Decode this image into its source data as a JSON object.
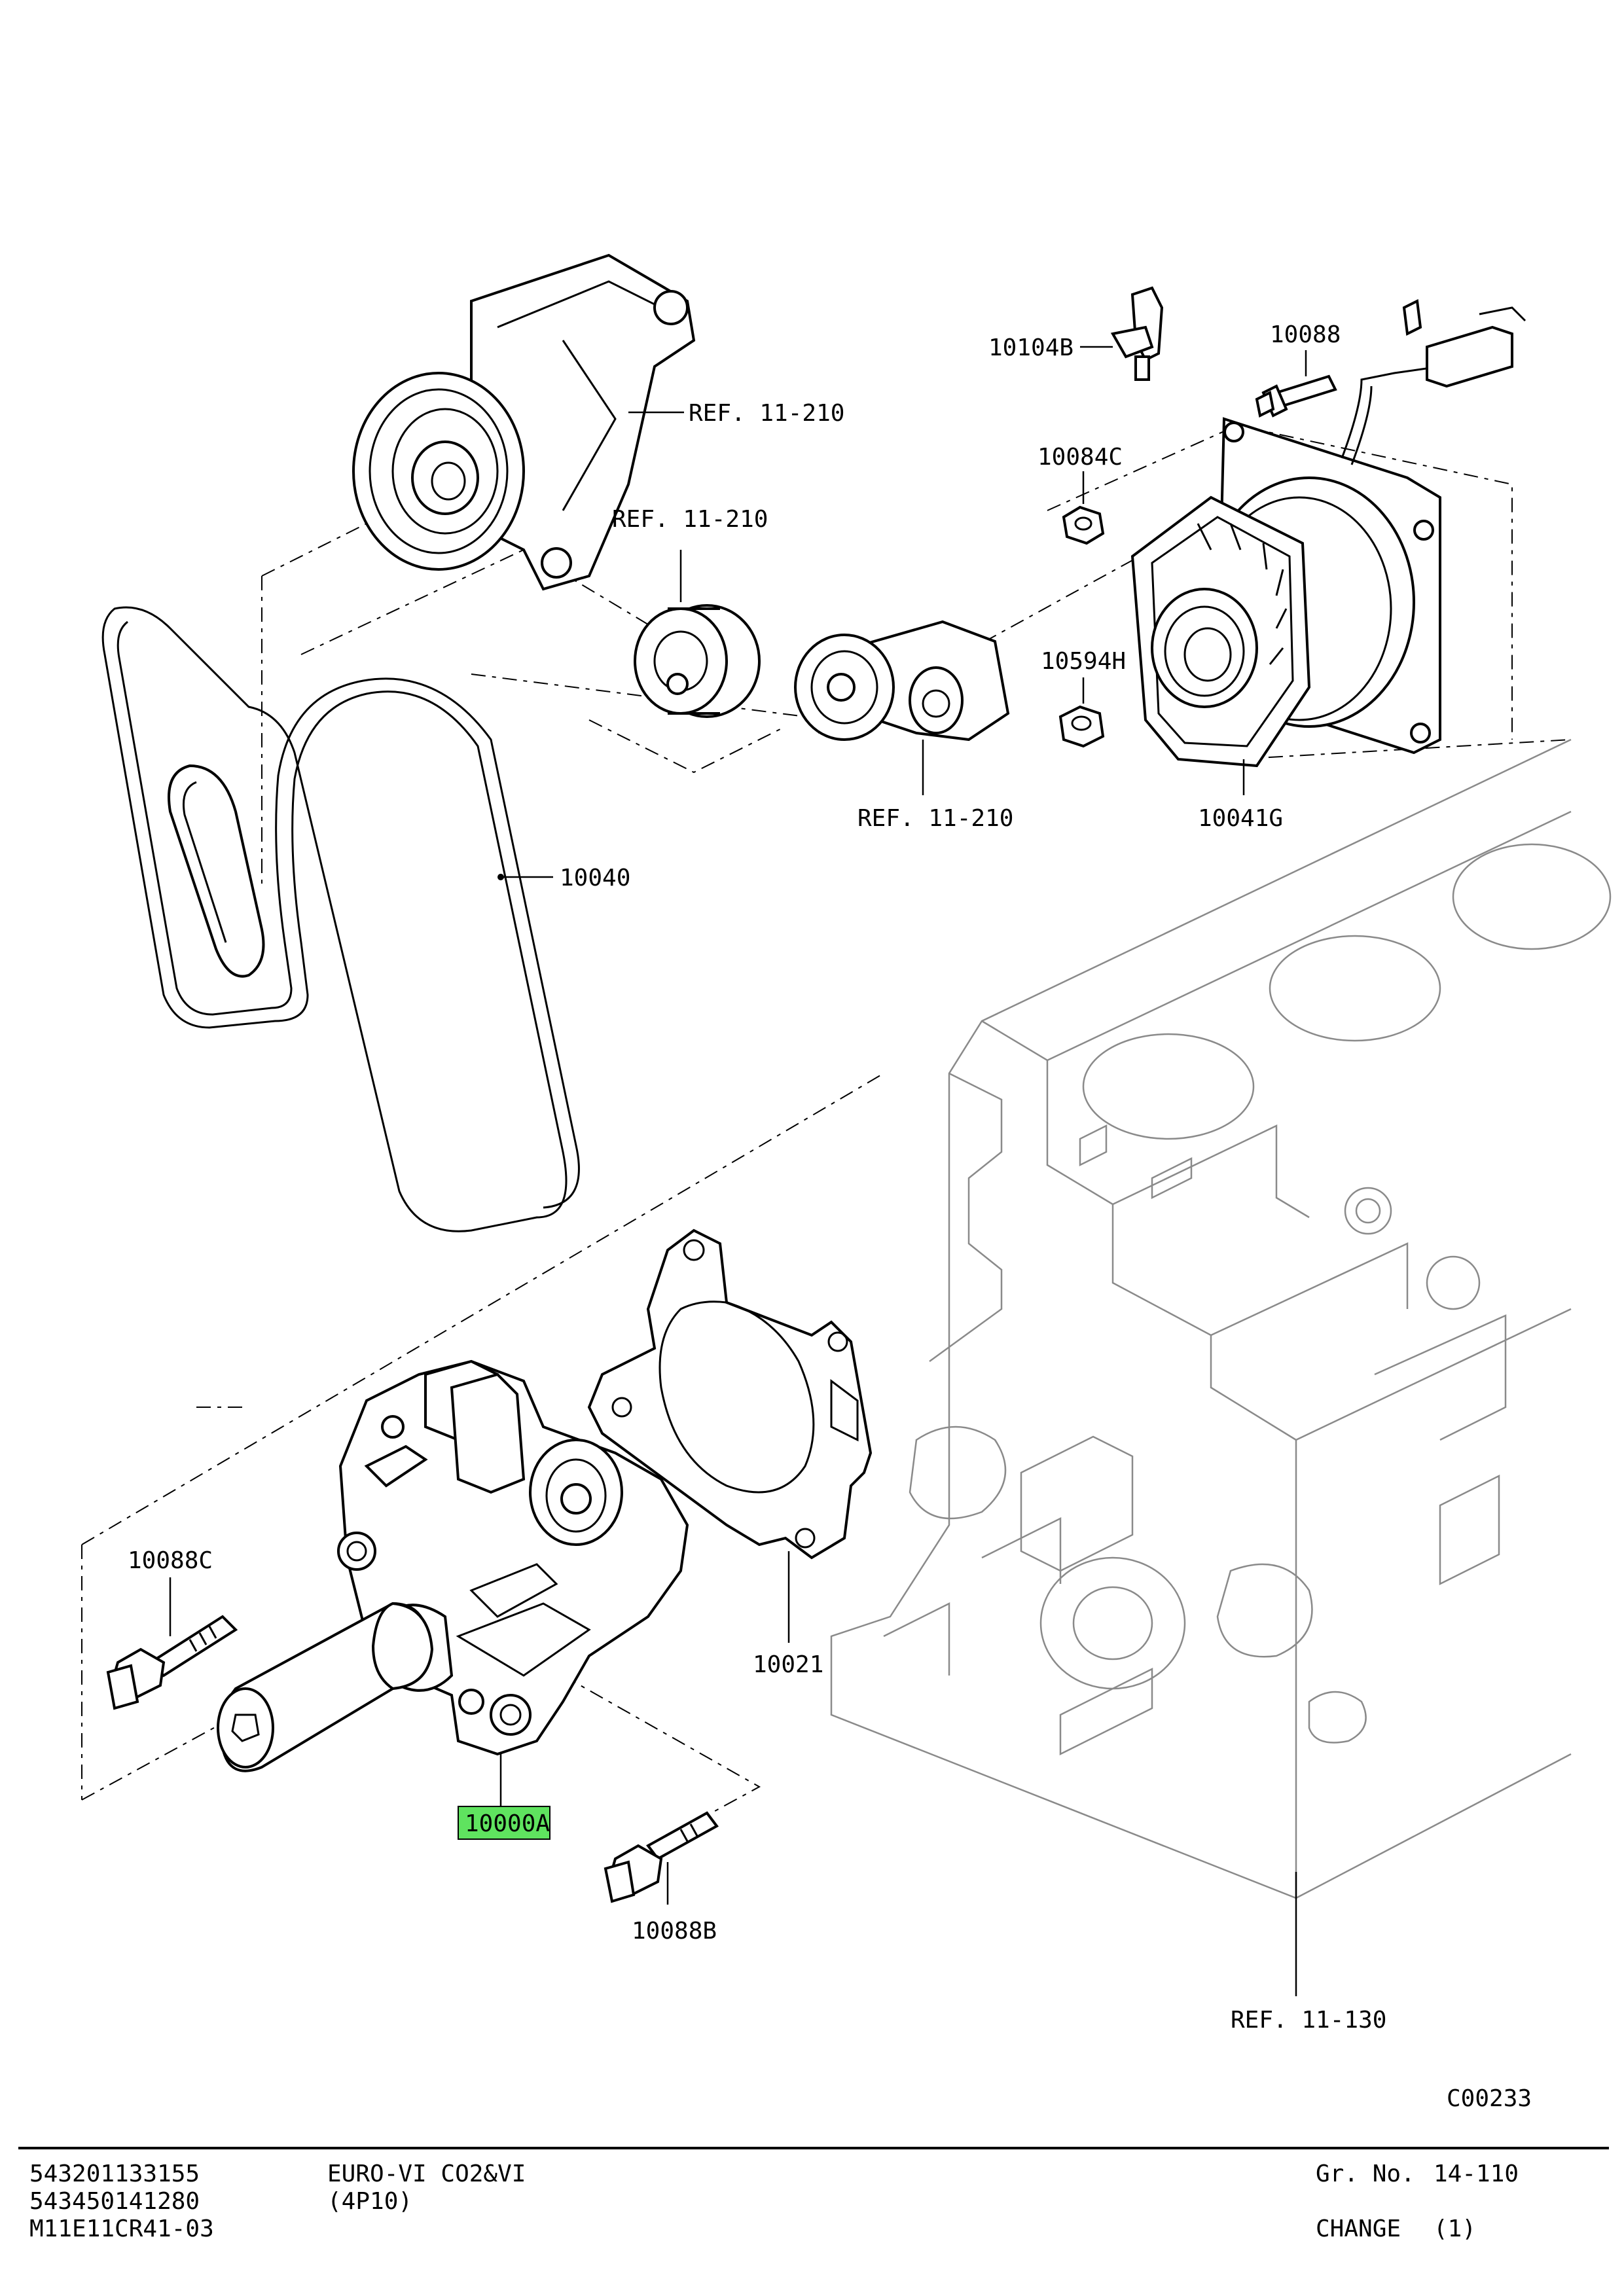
{
  "callouts": {
    "ref_11_210_top": "REF. 11-210",
    "ref_11_210_mid": "REF. 11-210",
    "ref_11_210_bottom": "REF. 11-210",
    "ref_11_130": "REF. 11-130",
    "p10104B": "10104B",
    "p10088": "10088",
    "p10084C": "10084C",
    "p10594H": "10594H",
    "p10041G": "10041G",
    "p10040": "10040",
    "p10088C": "10088C",
    "p10021": "10021",
    "p10000A": "10000A",
    "p10088B": "10088B"
  },
  "highlight_color": "#5fe35f",
  "image_code": "C00233",
  "footer": {
    "code1": "543201133155",
    "code2": "543450141280",
    "code3": "M11E11CR41-03",
    "engine": "EURO-VI CO2&VI",
    "model": "(4P10)",
    "gr_label": "Gr. No.",
    "gr_value": "14-110",
    "change_label": "CHANGE",
    "change_value": "(1)"
  }
}
